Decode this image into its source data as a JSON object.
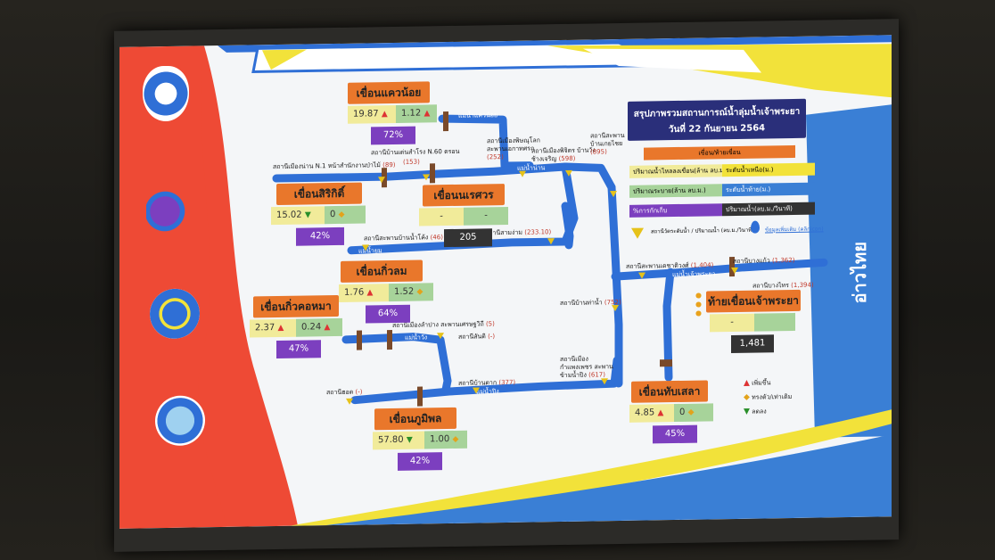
{
  "summary": {
    "title": "สรุปภาพรวมสถานการณ์น้ำลุ่มน้ำเจ้าพระยา",
    "date": "วันที่ 22 กันยายน 2564"
  },
  "gulf_label": "อ่าวไทย",
  "dams": {
    "kwae_noi": {
      "name": "เขื่อนแควน้อย",
      "inflow": "19.87",
      "outflow": "1.12",
      "percent": "72%"
    },
    "sirikit": {
      "name": "เขื่อนสิริกิติ์",
      "inflow": "15.02",
      "outflow": "0",
      "percent": "42%"
    },
    "naresuan": {
      "name": "เขื่อนนเรศวร",
      "inflow": "-",
      "outflow": "-",
      "discharge": "205"
    },
    "kiw_lom": {
      "name": "เขื่อนกิ่วลม",
      "inflow": "1.76",
      "outflow": "1.52",
      "percent": "64%"
    },
    "kiw_kho_ma": {
      "name": "เขื่อนกิ่วคอหมา",
      "inflow": "2.37",
      "outflow": "0.24",
      "percent": "47%"
    },
    "bhumibol": {
      "name": "เขื่อนภูมิพล",
      "inflow": "57.80",
      "outflow": "1.00",
      "percent": "42%"
    },
    "tab_salao": {
      "name": "เขื่อนทับเสลา",
      "inflow": "4.85",
      "outflow": "0",
      "percent": "45%"
    },
    "chao_phraya": {
      "name": "ท้ายเขื่อนเจ้าพระยา",
      "inflow": "-",
      "outflow": "",
      "discharge": "1,481"
    }
  },
  "stations": {
    "s_nan_n1": {
      "name": "สถานีเมืองน่าน N.1 หน้าสำนักงานป่าไม้",
      "value": "(89)"
    },
    "s_tha_pla": {
      "name": "สถานีบ้านเด่นสำโรง N.60 ตรอน",
      "value": "(153)"
    },
    "s_phitsanulok": {
      "name": "สถานีเมืองพิษณุโลก สะพานเอกาทศรถ",
      "value": "(252)"
    },
    "s_phichit": {
      "name": "สถานีเมืองพิจิตร บ้านวังช้างเจริญ",
      "value": "(598)"
    },
    "s_nakhon_sawan": {
      "name": "สถานีสะพาน บ้านเกยไชย",
      "value": "(895)"
    },
    "s_sam_ngam": {
      "name": "สถานีสามง่าม",
      "value": "(233.10)"
    },
    "s_yom": {
      "name": "สถานีสะพานบ้านน้ำโค้ง",
      "value": "(46)"
    },
    "s_chao_phraya_1": {
      "name": "สถานีสะพานเดชาติวงศ์",
      "value": "(1,404)"
    },
    "s_chao_phraya_2": {
      "name": "สถานีบางแก้ว",
      "value": "(1,362)"
    },
    "s_chao_phraya_3": {
      "name": "สถานีบางไทร",
      "value": "(1,394)"
    },
    "s_tha_wang": {
      "name": "สถานีบ้านท่าน้ำ",
      "value": "(752)"
    },
    "s_lampang": {
      "name": "สถานีเมืองลำปาง สะพานเศรษฐวิถี",
      "value": "(5)"
    },
    "s_wang_dan": {
      "name": "สถานีสันติ",
      "value": "(-)"
    },
    "s_hot": {
      "name": "สถานีฮอด",
      "value": "(-)"
    },
    "s_ban_tak": {
      "name": "สถานีบ้านตาก",
      "value": "(377)"
    },
    "s_kamphaeng": {
      "name": "สถานีเมืองกำแพงเพชร สะพานข้ามน้ำปิง",
      "value": "(617)"
    }
  },
  "rivers": {
    "kwae_noi": "แม่น้ำแควน้อย",
    "nan": "แม่น้ำน่าน",
    "yom": "แม่น้ำยม",
    "wang": "แม่น้ำวัง",
    "ping": "แม่น้ำปิง",
    "chao_phraya": "แม่น้ำเจ้าพระยา"
  },
  "legend": {
    "dam_name": "เขื่อน/ท้ายเขื่อน",
    "inflow": "ปริมาณน้ำไหลลงเขื่อน(ล้าน ลบ.ม.)",
    "level_upper": "ระดับน้ำเหนือ(ม.)",
    "outflow": "ปริมาณระบาย(ล้าน ลบ.ม.)",
    "level_lower": "ระดับน้ำท้าย(ม.)",
    "capacity": "%การกักเก็บ",
    "discharge": "ปริมาณน้ำ(ลบ.ม./วินาที)",
    "station_note": "สถานีวัดระดับน้ำ / ปริมาณน้ำ (ลบ.ม./วินาที)",
    "more_info": "ข้อมูลเพิ่มเติม (คลิกicon)",
    "rise": "เพิ่มขึ้น",
    "steady": "ทรงตัว/เท่าเดิม",
    "fall": "ลดลง"
  },
  "colors": {
    "red_band": "#ee4a35",
    "river": "#2f6fd6",
    "accent_yellow": "#f2e23a",
    "purple": "#7c3fbf",
    "orange": "#e9772b",
    "navy": "#2a2f7a",
    "gulf_blue": "#3a7fd5"
  }
}
